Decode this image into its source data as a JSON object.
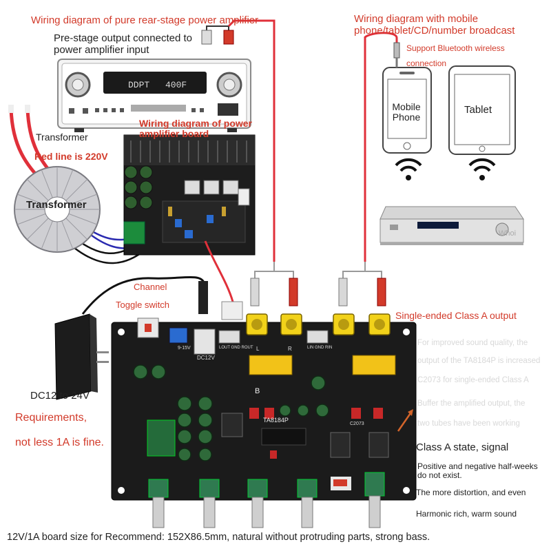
{
  "titles": {
    "rear_stage": "Wiring diagram of pure rear-stage power amplifier",
    "mobile": "Wiring diagram with mobile phone/tablet/CD/number broadcast",
    "power_board": "Wiring diagram of power amplifier board"
  },
  "notes": {
    "pre_stage": "Pre-stage output connected to power amplifier input",
    "bluetooth_1": "Support Bluetooth wireless",
    "bluetooth_2": "connection",
    "transformer_label": "Transformer",
    "red_line": "Red line is 220V",
    "transformer_name": "Transformer",
    "channel": "Channel",
    "toggle": "Toggle switch",
    "dc": "DC12 to 24V",
    "req_1": "Requirements,",
    "req_2": "not less 1A is fine.",
    "class_a_output": "Single-ended Class A output",
    "bottom": "12V/1A board size for Recommend: 152X86.5mm, natural without protruding parts, strong bass."
  },
  "devices": {
    "phone": "Mobile Phone",
    "tablet": "Tablet",
    "cd_watermark": "Whoi"
  },
  "amp_display": {
    "left": "DDPT",
    "right": "400F"
  },
  "board_labels": {
    "dc12v": "DC12V",
    "v915": "9-15V",
    "lout": "LOUT GND ROUT",
    "lin": "LIN GND RIN",
    "chip": "TA8184P",
    "b": "B",
    "l": "L",
    "r": "R",
    "c2073": "C2073"
  },
  "description": [
    "For improved sound quality, the",
    "output of the TA8184P is increased",
    "C2073 for single-ended Class A",
    "Buffer the amplified output, the",
    "two tubes have been working"
  ],
  "class_a": {
    "state": "Class A state, signal",
    "positive": "Positive and negative half-weeks do not exist.",
    "distortion": "The more distortion, and even",
    "harmonic": "Harmonic rich, warm sound"
  },
  "colors": {
    "accent_red": "#d23a2a",
    "board": "#1b1b1b",
    "rca_yellow": "#f2d21a",
    "wire_red": "#e0303a"
  }
}
